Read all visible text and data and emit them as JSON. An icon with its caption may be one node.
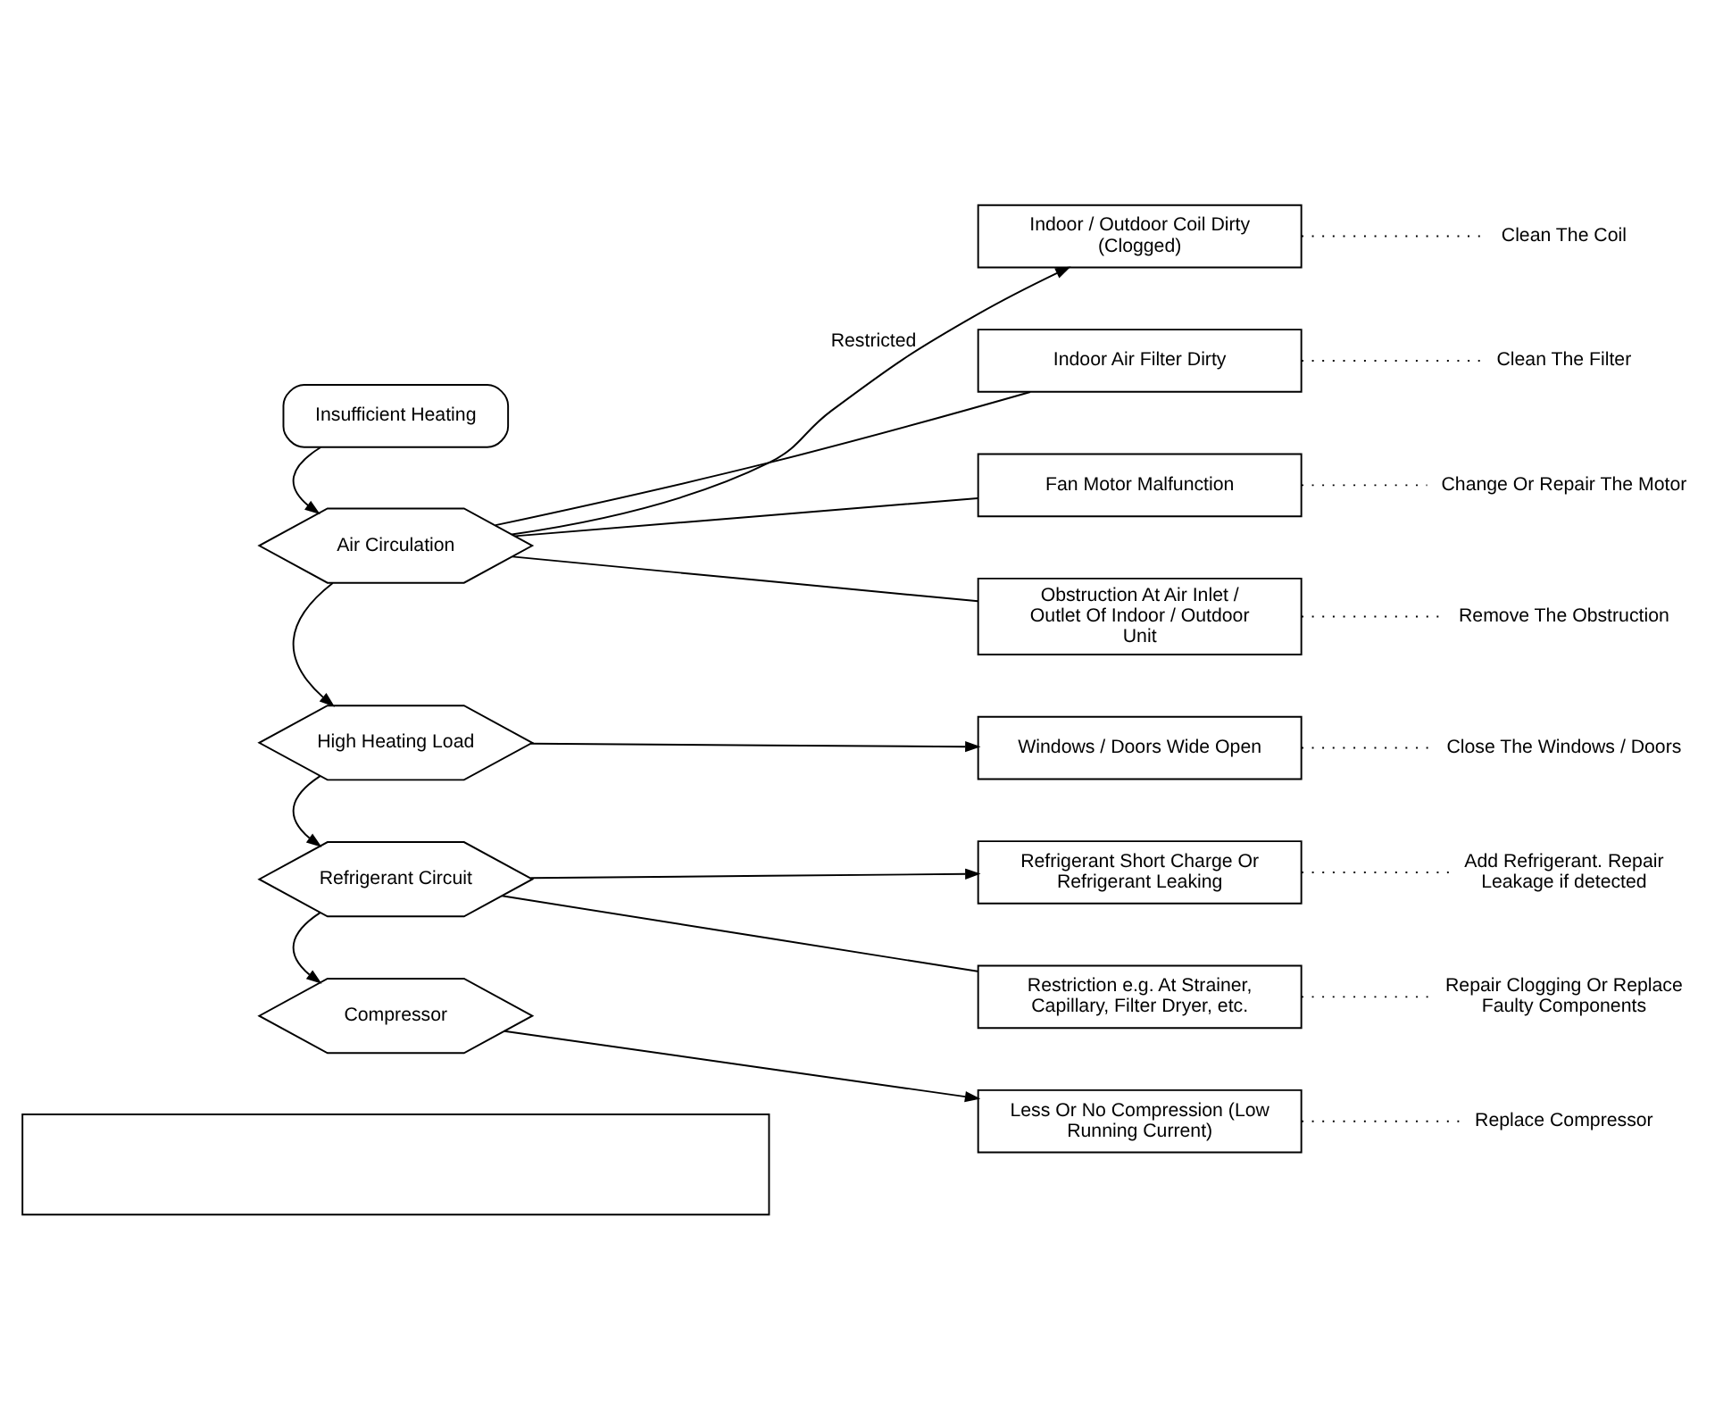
{
  "diagram": {
    "nodes": [
      {
        "text": [
          "Insufficient Heating"
        ]
      },
      {
        "text": [
          "Air Circulation"
        ]
      },
      {
        "text": [
          "Indoor / Outdoor Coil Dirty (Clogged)"
        ]
      },
      {
        "text": [
          "Clean The Coil"
        ]
      },
      {
        "text": [
          "Indoor Air Filter Dirty"
        ]
      },
      {
        "text": [
          "Clean The Filter"
        ]
      },
      {
        "text": [
          "Fan Motor Malfunction"
        ]
      },
      {
        "text": [
          "Change Or Repair The Motor"
        ]
      },
      {
        "text": [
          "Obstruction At Air Inlet / Outlet Of Indoor / Outdoor Unit"
        ]
      },
      {
        "text": [
          "Remove The Obstruction"
        ]
      },
      {
        "text": [
          "High Heating Load"
        ]
      },
      {
        "text": [
          "Windows / Doors Wide Open"
        ]
      },
      {
        "text": [
          "Close The Windows / Doors"
        ]
      },
      {
        "text": [
          "Refrigerant Circuit"
        ]
      },
      {
        "text": [
          "Refrigerant Short Charge Or Refrigerant Leaking"
        ]
      },
      {
        "text": [
          "Add Refrigerant. Repair Leakage if detected"
        ]
      },
      {
        "text": [
          "Restriction e.g. At Strainer, Capillary, Filter Dryer, etc."
        ]
      },
      {
        "text": [
          "Repair Clogging Or Replace Faulty Components"
        ]
      },
      {
        "text": [
          "Compressor"
        ]
      },
      {
        "text": [
          "Less Or No Compression (Low Running Current)"
        ]
      },
      {
        "text": [
          "Replace Compressor"
        ]
      },
      {
        "text": [],
        "shape": "box"
      }
    ],
    "edges": [
      {
        "from": 0,
        "to": 1,
        "arrow": "to"
      },
      {
        "from": 1,
        "to": 2,
        "arrow": "to",
        "label": "Restricted"
      },
      {
        "from": 1,
        "to": 4,
        "arrow": "none"
      },
      {
        "from": 1,
        "to": 6,
        "arrow": "none"
      },
      {
        "from": 1,
        "to": 8,
        "arrow": "none"
      },
      {
        "from": 2,
        "to": 3,
        "arrow": "none",
        "style": "dashed"
      },
      {
        "from": 4,
        "to": 5,
        "arrow": "none",
        "style": "dashed"
      },
      {
        "from": 6,
        "to": 7,
        "arrow": "none",
        "style": "dashed"
      },
      {
        "from": 8,
        "to": 9,
        "arrow": "none",
        "style": "dashed"
      },
      {
        "from": 1,
        "to": 10,
        "arrow": "to"
      },
      {
        "from": 10,
        "to": 11,
        "arrow": "to"
      },
      {
        "from": 11,
        "to": 12,
        "arrow": "none",
        "style": "dashed"
      },
      {
        "from": 10,
        "to": 13,
        "arrow": "to"
      },
      {
        "from": 13,
        "to": 14,
        "arrow": "to"
      },
      {
        "from": 13,
        "to": 16,
        "arrow": "none"
      },
      {
        "from": 14,
        "to": 15,
        "arrow": "none",
        "style": "dashed"
      },
      {
        "from": 16,
        "to": 17,
        "arrow": "none",
        "style": "dashed"
      },
      {
        "from": 13,
        "to": 18,
        "arrow": "to"
      },
      {
        "from": 18,
        "to": 19,
        "arrow": "to"
      },
      {
        "from": 19,
        "to": 20,
        "arrow": "none",
        "style": "dashed"
      }
    ]
  }
}
